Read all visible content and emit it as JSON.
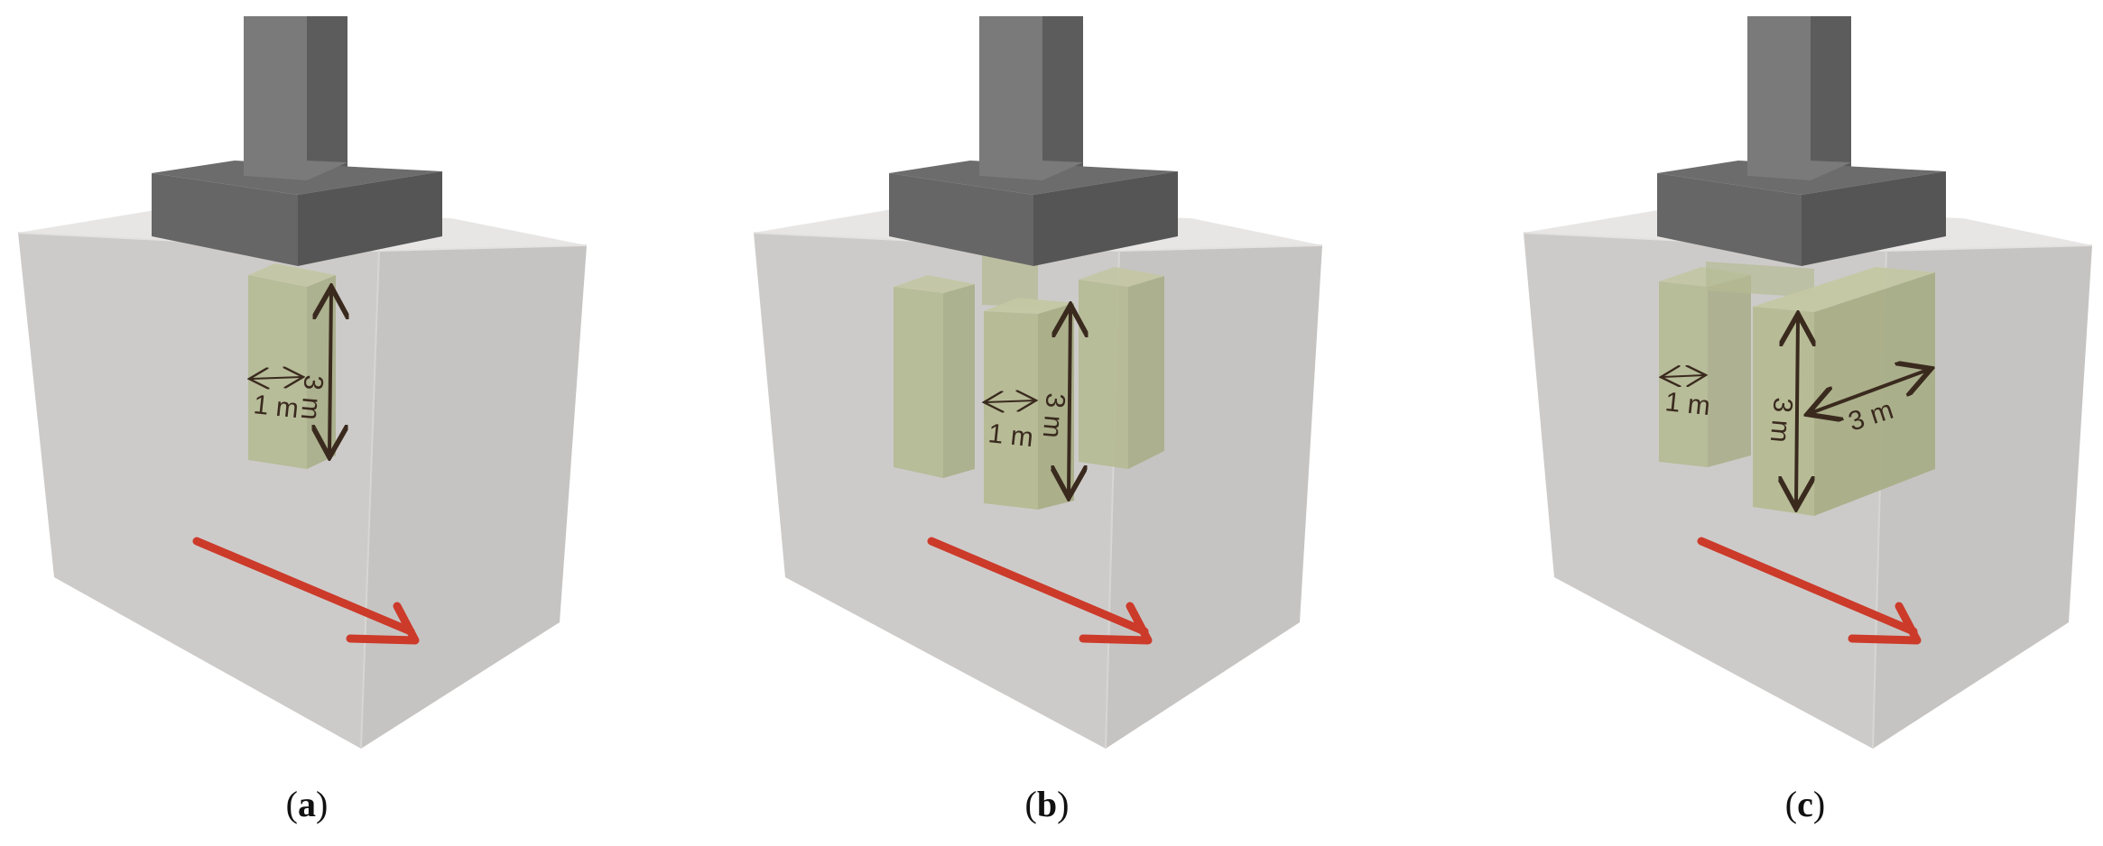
{
  "panels": [
    {
      "id": "a",
      "caption_letter": "a",
      "labels": {
        "height": "3 m",
        "width": "1 m"
      }
    },
    {
      "id": "b",
      "caption_letter": "b",
      "labels": {
        "height": "3 m",
        "width": "1 m"
      }
    },
    {
      "id": "c",
      "caption_letter": "c",
      "labels": {
        "height": "3 m",
        "width": "1 m",
        "length": "3 m"
      }
    }
  ],
  "colors": {
    "soil_front": "#cdcbc9",
    "soil_side": "#c4c2c0",
    "soil_top": "#d8d6d3",
    "column": "#747474",
    "footing_top": "#6c6c6c",
    "footing_front": "#5e5e5e",
    "improved_zone": "#b8bd96",
    "dimension_arrow": "#3a2a1e",
    "direction_arrow": "#cc3a2a"
  }
}
